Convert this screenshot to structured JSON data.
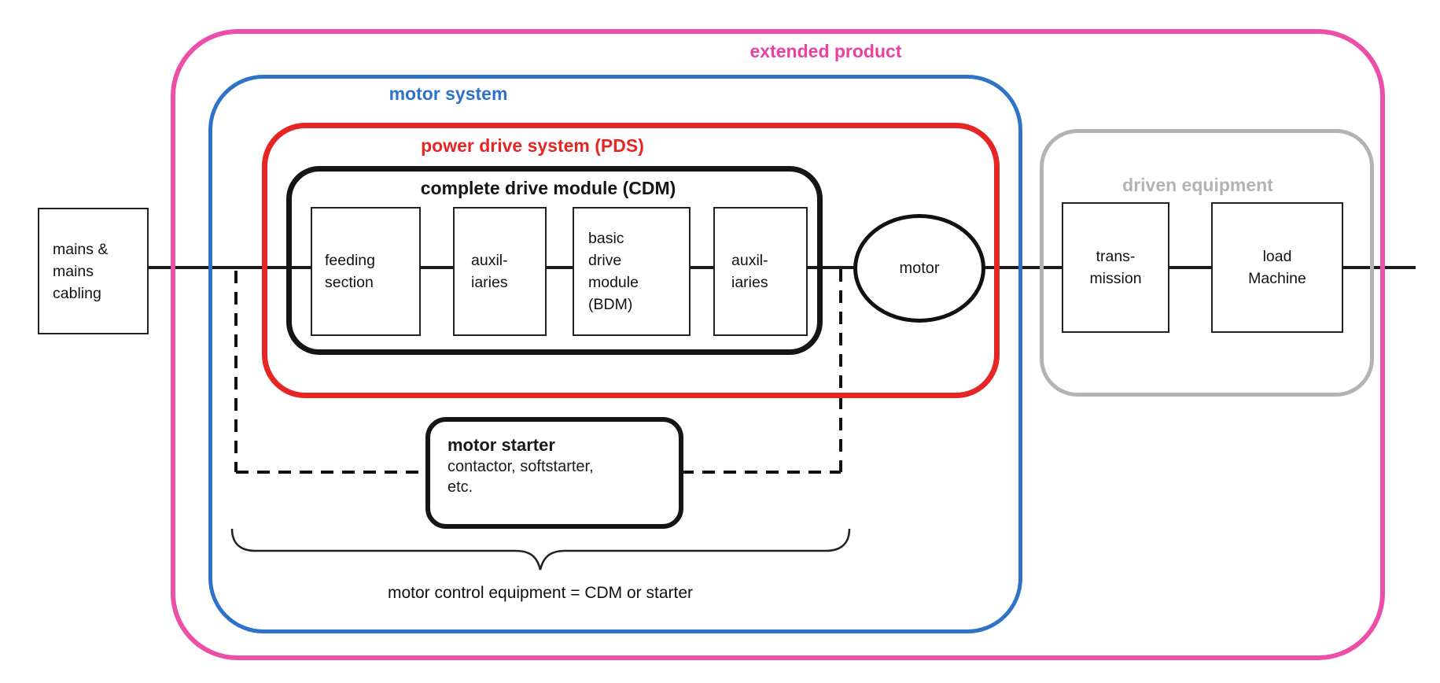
{
  "diagram": {
    "colors": {
      "extended_product": "#ec4fa8",
      "motor_system": "#2e73c9",
      "pds": "#e62525",
      "cdm": "#151515",
      "driven_equipment": "#b3b3b3",
      "line": "#1a1a1a"
    },
    "containers": {
      "extended_product": {
        "label": "extended product"
      },
      "motor_system": {
        "label": "motor system"
      },
      "pds": {
        "label": "power drive system (PDS)"
      },
      "cdm": {
        "label": "complete drive module (CDM)"
      },
      "driven_equipment": {
        "label": "driven equipment"
      }
    },
    "nodes": {
      "mains": {
        "lines": [
          "mains &",
          "mains",
          "cabling"
        ]
      },
      "feeding_section": {
        "lines": [
          "feeding",
          "section"
        ]
      },
      "auxiliaries_1": {
        "lines": [
          "auxil-",
          "iaries"
        ]
      },
      "bdm": {
        "lines": [
          "basic",
          "drive",
          "module",
          "(BDM)"
        ]
      },
      "auxiliaries_2": {
        "lines": [
          "auxil-",
          "iaries"
        ]
      },
      "motor": {
        "label": "motor"
      },
      "transmission": {
        "lines": [
          "trans-",
          "mission"
        ]
      },
      "load_machine": {
        "lines": [
          "load",
          "Machine"
        ]
      },
      "motor_starter": {
        "title": "motor starter",
        "sub": [
          "contactor, softstarter,",
          "etc."
        ]
      }
    },
    "annotations": {
      "brace_label": "motor control equipment = CDM or starter"
    }
  }
}
